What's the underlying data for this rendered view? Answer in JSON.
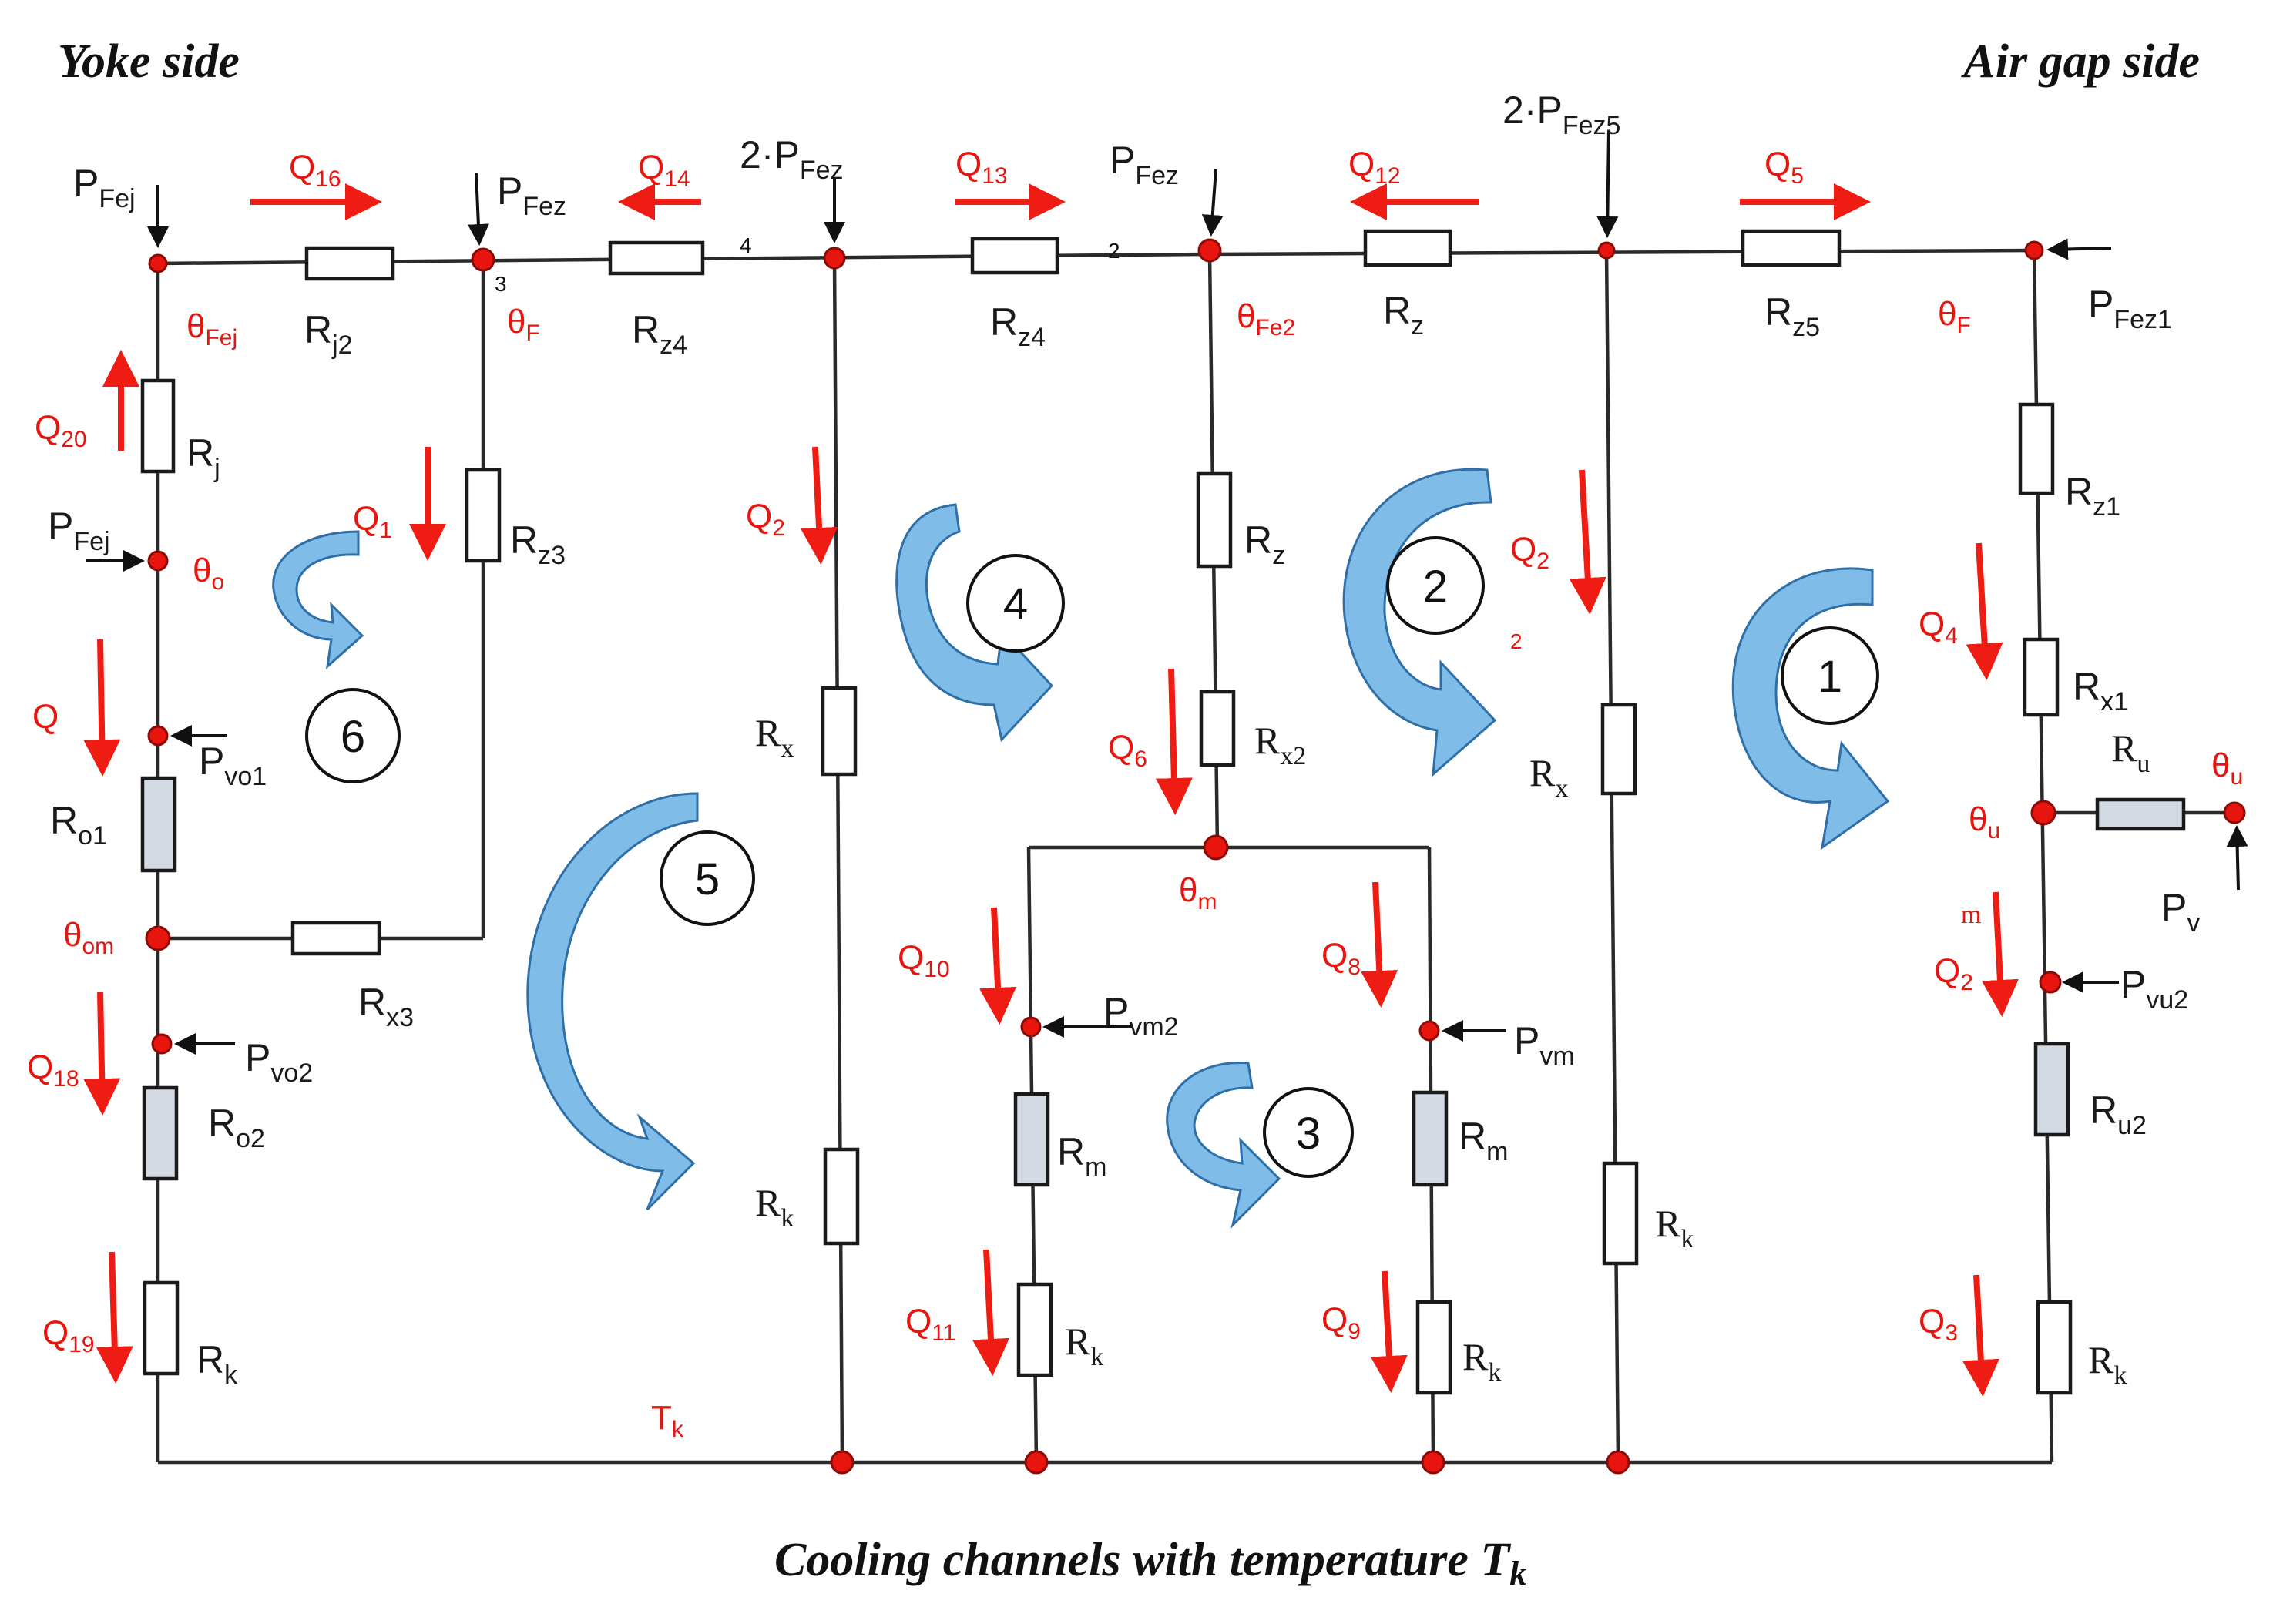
{
  "headings": {
    "yoke_side": "Yoke side",
    "air_gap_side": "Air gap side",
    "bottom_caption_main": "Cooling channels with temperature T",
    "bottom_caption_sub": "k"
  },
  "power_sources": [
    {
      "id": "P_Fej_top",
      "main": "P",
      "sub": "Fej"
    },
    {
      "id": "P_Fez_3",
      "main": "P",
      "sub": "Fez"
    },
    {
      "id": "2P_Fez_4",
      "main": "2·P",
      "sub": "Fez"
    },
    {
      "id": "P_Fez_2",
      "main": "P",
      "sub": "Fez"
    },
    {
      "id": "2P_Fez5",
      "main": "2·P",
      "sub": "Fez5"
    },
    {
      "id": "P_Fez1",
      "main": "P",
      "sub": "Fez1"
    },
    {
      "id": "P_Fej_mid",
      "main": "P",
      "sub": "Fej"
    },
    {
      "id": "P_vo1",
      "main": "P",
      "sub": "vo1"
    },
    {
      "id": "P_vo2",
      "main": "P",
      "sub": "vo2"
    },
    {
      "id": "P_vm2",
      "main": "P",
      "sub": "vm2"
    },
    {
      "id": "P_vm",
      "main": "P",
      "sub": "vm"
    },
    {
      "id": "P_v",
      "main": "P",
      "sub": "v"
    },
    {
      "id": "P_vu2",
      "main": "P",
      "sub": "vu2"
    }
  ],
  "resistors": [
    {
      "id": "Rj2",
      "main": "R",
      "sub": "j2"
    },
    {
      "id": "Rz4_a",
      "main": "R",
      "sub": "z4"
    },
    {
      "id": "Rz4_b",
      "main": "R",
      "sub": "z4"
    },
    {
      "id": "Rz_top",
      "main": "R",
      "sub": "z"
    },
    {
      "id": "Rz5",
      "main": "R",
      "sub": "z5"
    },
    {
      "id": "Rj",
      "main": "R",
      "sub": "j"
    },
    {
      "id": "Rz3",
      "main": "R",
      "sub": "z3"
    },
    {
      "id": "Ro1",
      "main": "R",
      "sub": "o1"
    },
    {
      "id": "Rx3",
      "main": "R",
      "sub": "x3"
    },
    {
      "id": "Ro2",
      "main": "R",
      "sub": "o2"
    },
    {
      "id": "Rk_a",
      "main": "R",
      "sub": "k"
    },
    {
      "id": "Rx_a",
      "main": "R",
      "sub": "x"
    },
    {
      "id": "Rk_b",
      "main": "R",
      "sub": "k"
    },
    {
      "id": "Rz_mid",
      "main": "R",
      "sub": "z"
    },
    {
      "id": "Rx2",
      "main": "R",
      "sub": "x2"
    },
    {
      "id": "Rm_a",
      "main": "R",
      "sub": "m"
    },
    {
      "id": "Rk_c",
      "main": "R",
      "sub": "k"
    },
    {
      "id": "Rm_b",
      "main": "R",
      "sub": "m"
    },
    {
      "id": "Rk_d",
      "main": "R",
      "sub": "k"
    },
    {
      "id": "Rx_b",
      "main": "R",
      "sub": "x"
    },
    {
      "id": "Rk_e",
      "main": "R",
      "sub": "k"
    },
    {
      "id": "Rz1",
      "main": "R",
      "sub": "z1"
    },
    {
      "id": "Rx1",
      "main": "R",
      "sub": "x1"
    },
    {
      "id": "Ru",
      "main": "R",
      "sub": "u"
    },
    {
      "id": "Ru2",
      "main": "R",
      "sub": "u2"
    },
    {
      "id": "Rk_f",
      "main": "R",
      "sub": "k"
    }
  ],
  "temperatures": [
    {
      "id": "theta_Fej",
      "main": "θ",
      "sub": "Fej"
    },
    {
      "id": "theta_F_left",
      "main": "θ",
      "sub": "F"
    },
    {
      "id": "theta_Fe2",
      "main": "θ",
      "sub": "Fe2"
    },
    {
      "id": "theta_F_right",
      "main": "θ",
      "sub": "F"
    },
    {
      "id": "theta_o",
      "main": "θ",
      "sub": "o"
    },
    {
      "id": "theta_om",
      "main": "θ",
      "sub": "om"
    },
    {
      "id": "theta_m",
      "main": "θ",
      "sub": "m"
    },
    {
      "id": "theta_u_mid",
      "main": "θ",
      "sub": "u"
    },
    {
      "id": "theta_u_end",
      "main": "θ",
      "sub": "u"
    },
    {
      "id": "T_k",
      "main": "T",
      "sub": "k"
    }
  ],
  "heat_flows": [
    {
      "id": "Q16",
      "main": "Q",
      "sub": "16"
    },
    {
      "id": "Q14",
      "main": "Q",
      "sub": "14"
    },
    {
      "id": "Q13",
      "main": "Q",
      "sub": "13"
    },
    {
      "id": "Q12",
      "main": "Q",
      "sub": "12"
    },
    {
      "id": "Q5",
      "main": "Q",
      "sub": "5"
    },
    {
      "id": "Q20",
      "main": "Q",
      "sub": "20"
    },
    {
      "id": "Q1",
      "main": "Q",
      "sub": "1"
    },
    {
      "id": "Q",
      "main": "Q",
      "sub": ""
    },
    {
      "id": "Q18",
      "main": "Q",
      "sub": "18"
    },
    {
      "id": "Q19",
      "main": "Q",
      "sub": "19"
    },
    {
      "id": "Q2_a",
      "main": "Q",
      "sub": "2"
    },
    {
      "id": "Q6",
      "main": "Q",
      "sub": "6"
    },
    {
      "id": "Q10",
      "main": "Q",
      "sub": "10"
    },
    {
      "id": "Q11",
      "main": "Q",
      "sub": "11"
    },
    {
      "id": "Q8",
      "main": "Q",
      "sub": "8"
    },
    {
      "id": "Q9",
      "main": "Q",
      "sub": "9"
    },
    {
      "id": "Q2_b",
      "main": "Q",
      "sub": "2"
    },
    {
      "id": "Q4",
      "main": "Q",
      "sub": "4"
    },
    {
      "id": "Q2_c",
      "main": "Q",
      "sub": "2"
    },
    {
      "id": "Q3",
      "main": "Q",
      "sub": "3"
    }
  ],
  "node_numbers": [
    "3",
    "4",
    "2"
  ],
  "stray_marks": [
    "2",
    "m"
  ],
  "loops": [
    "1",
    "2",
    "3",
    "4",
    "5",
    "6"
  ]
}
